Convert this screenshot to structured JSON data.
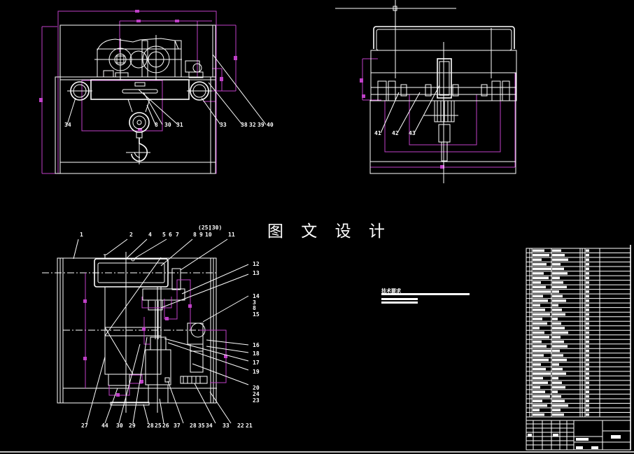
{
  "drawing": {
    "title": "图 文 设 计",
    "background": "#000000",
    "line_color": "#ffffff",
    "dimension_color": "#c040c8"
  },
  "views": {
    "front": {
      "callouts": [
        "34",
        "8",
        "30",
        "31",
        "33",
        "38",
        "32",
        "39",
        "40"
      ]
    },
    "side": {
      "callouts": [
        "41",
        "42",
        "43"
      ]
    },
    "top": {
      "callouts_top": [
        "1",
        "2",
        "4",
        "5",
        "6",
        "7",
        "8",
        "9",
        "10",
        "11"
      ],
      "callouts_paren": [
        "(25)",
        "(30)"
      ],
      "callouts_right": [
        "12",
        "13",
        "14",
        "3",
        "8",
        "15",
        "16",
        "18",
        "17",
        "19",
        "20",
        "24",
        "23"
      ],
      "callouts_bottom": [
        "27",
        "44",
        "30",
        "29",
        "28",
        "25",
        "26",
        "37",
        "28",
        "35",
        "34",
        "33",
        "22",
        "21"
      ]
    }
  },
  "notes": {
    "heading": "技术要求",
    "lines": 3
  },
  "parts_list": {
    "rows": 37
  },
  "title_block": {
    "sections": 3
  }
}
